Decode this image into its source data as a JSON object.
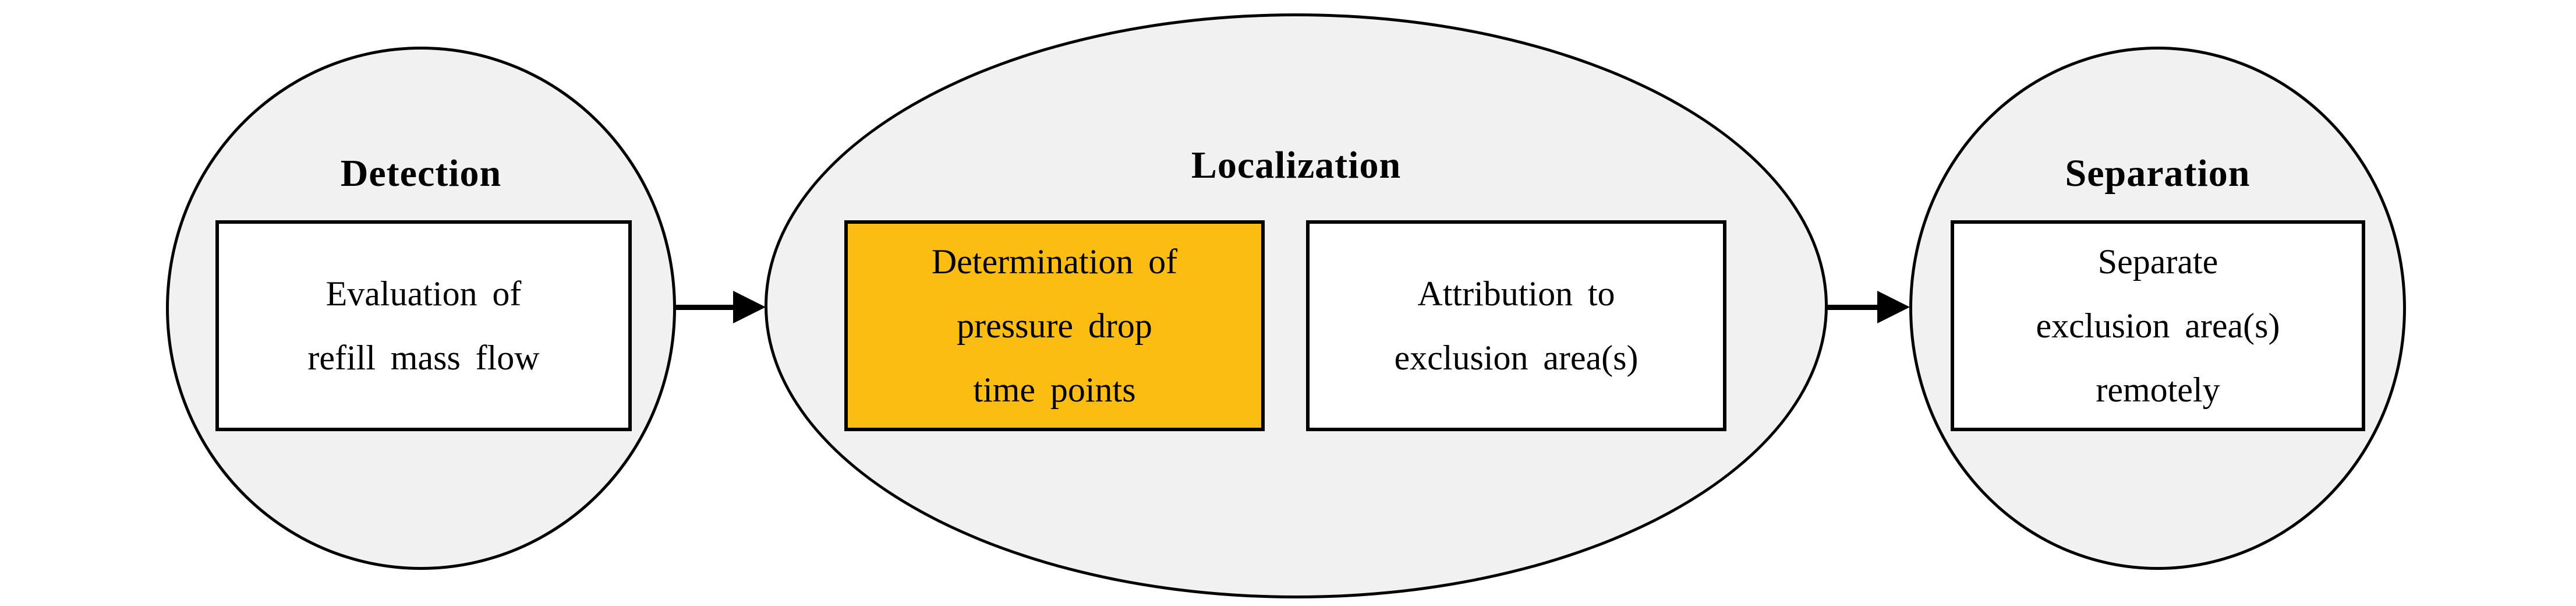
{
  "diagram": {
    "type": "process-flow",
    "background_color": "#ffffff",
    "ellipse_fill_color": "#f1f1f1",
    "stroke_color": "#000000",
    "highlight_color": "#fcbd13",
    "stages": [
      {
        "title": "Detection",
        "boxes": [
          {
            "label": "Evaluation of\nrefill mass flow",
            "highlighted": false
          }
        ]
      },
      {
        "title": "Localization",
        "boxes": [
          {
            "label": "Determination of\npressure drop\ntime points",
            "highlighted": true
          },
          {
            "label": "Attribution to\nexclusion area(s)",
            "highlighted": false
          }
        ]
      },
      {
        "title": "Separation",
        "boxes": [
          {
            "label": "Separate\nexclusion area(s)\nremotely",
            "highlighted": false
          }
        ]
      }
    ],
    "arrows": [
      {
        "from": "Detection",
        "to": "Localization"
      },
      {
        "from": "Localization",
        "to": "Separation"
      }
    ]
  }
}
